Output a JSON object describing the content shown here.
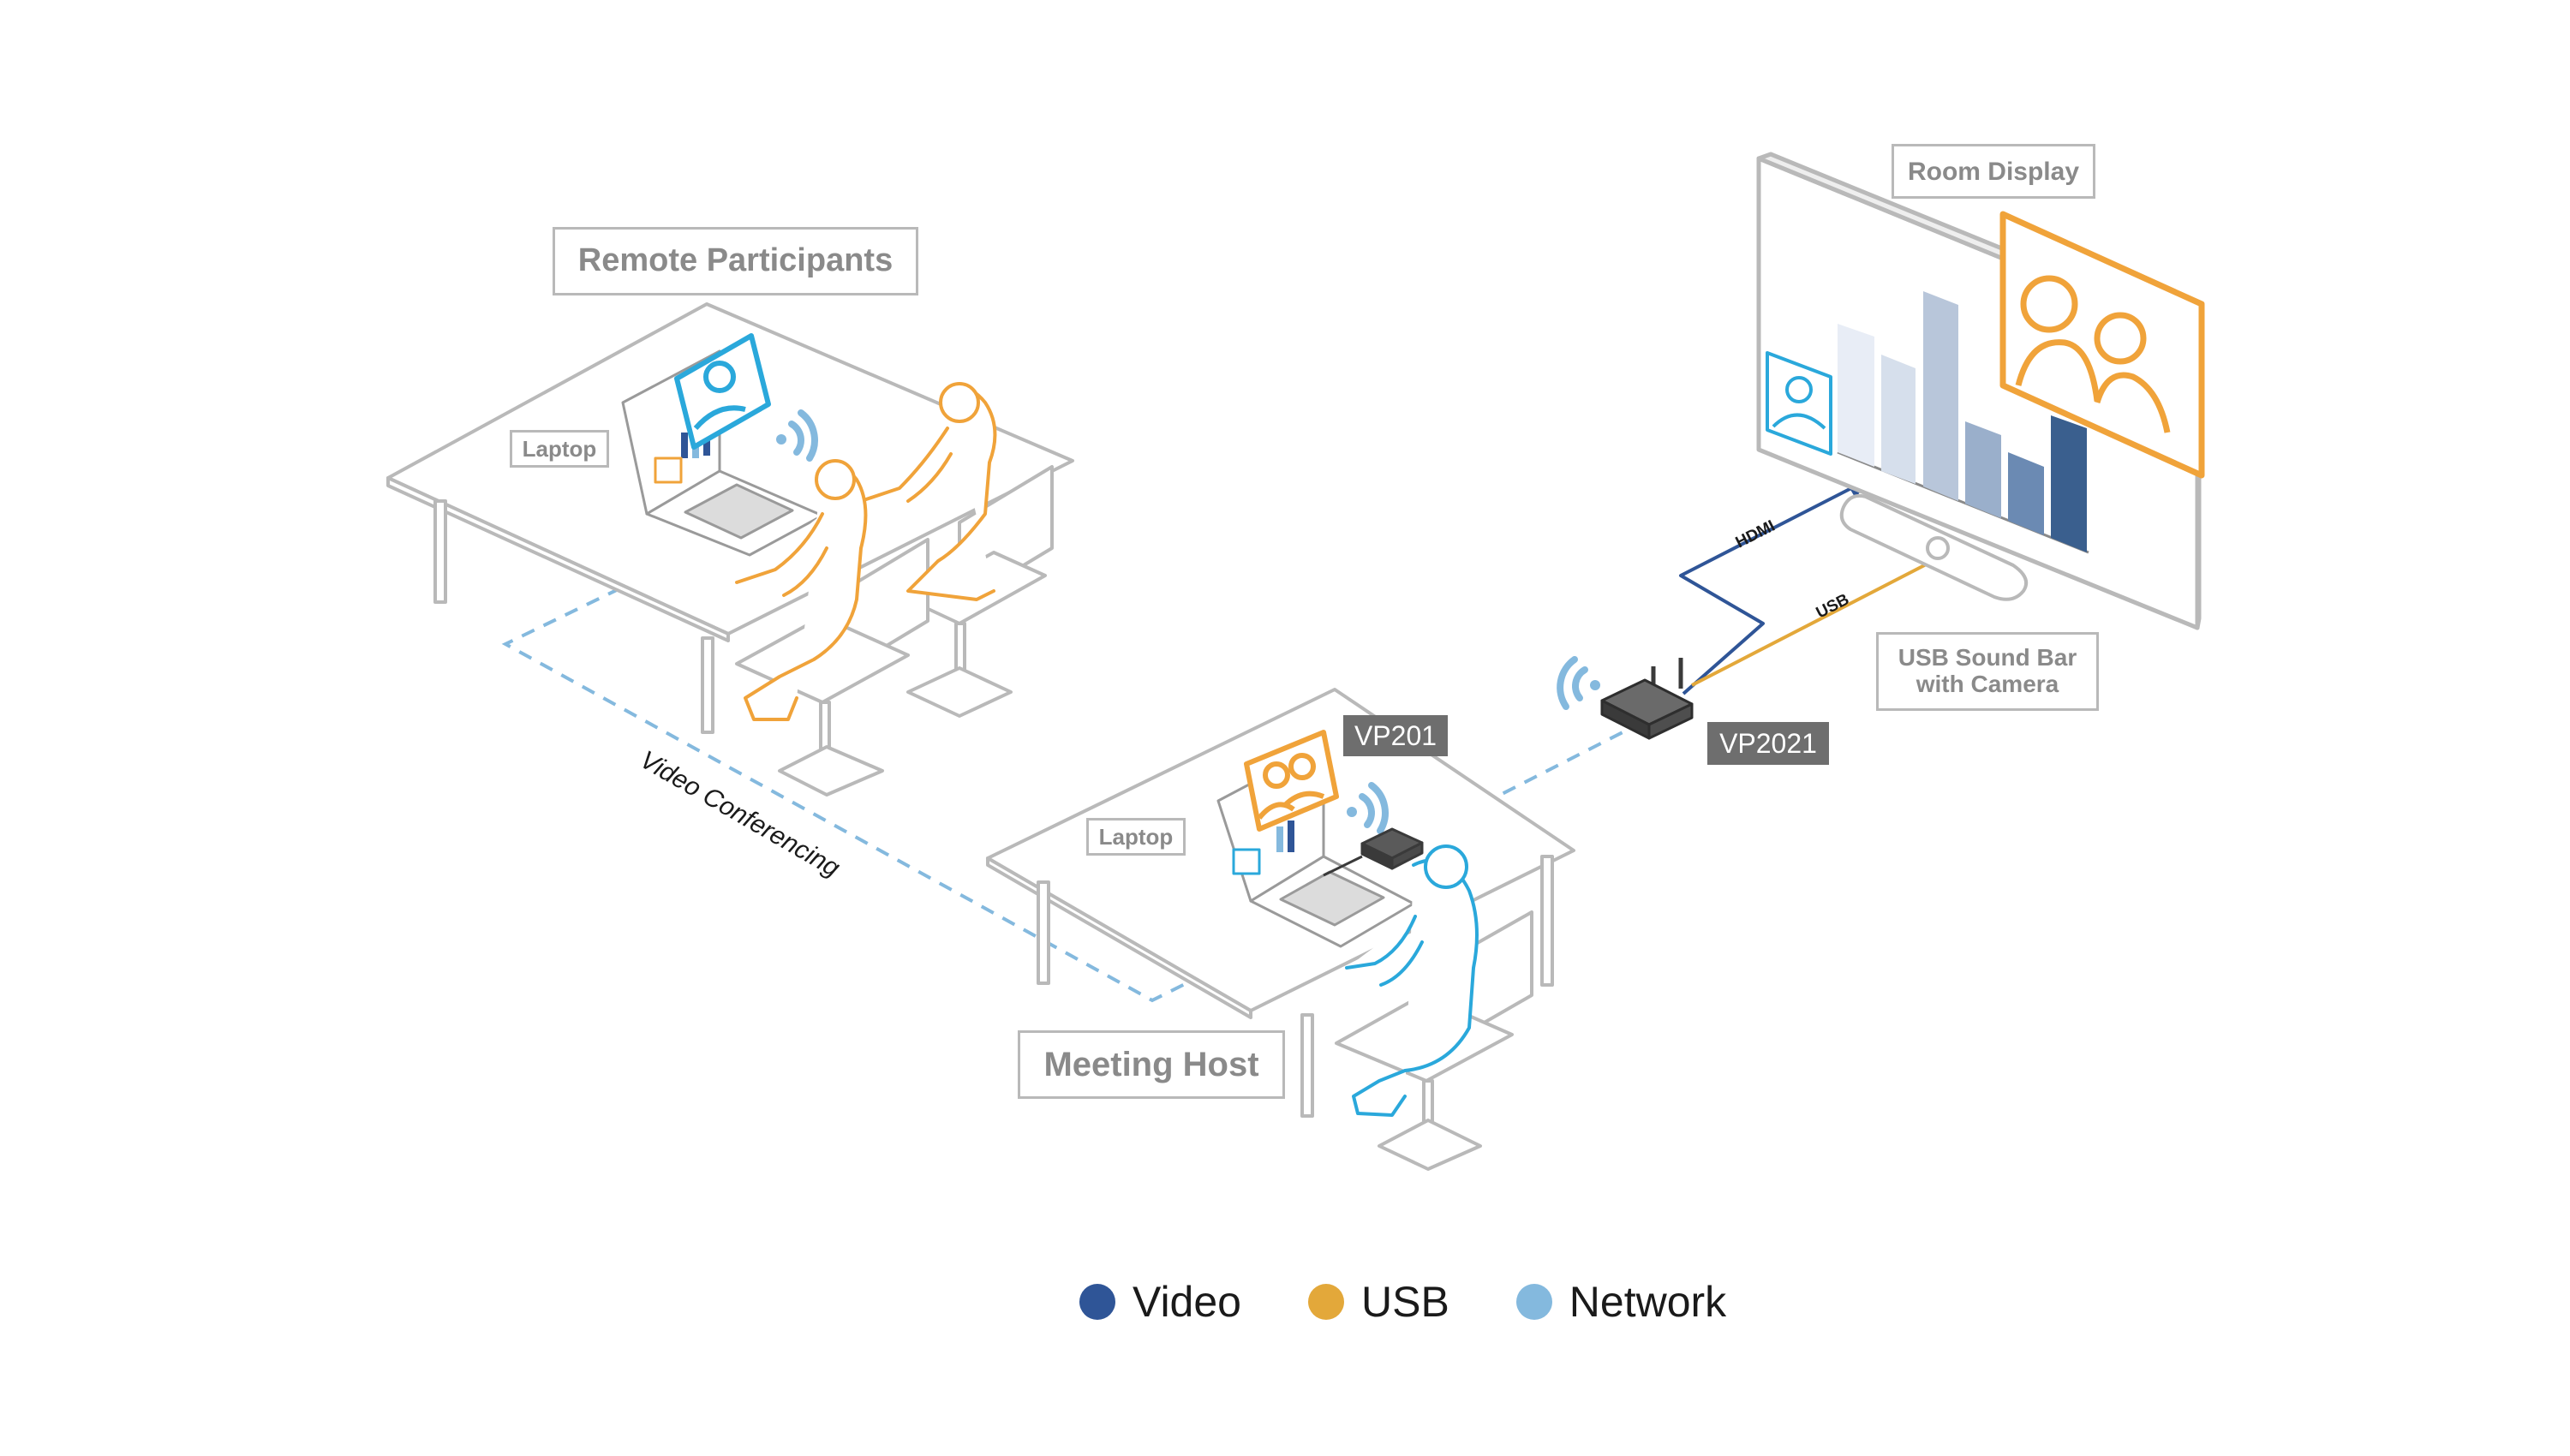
{
  "labels": {
    "remote_participants": "Remote Participants",
    "meeting_host": "Meeting Host",
    "laptop_remote": "Laptop",
    "laptop_host": "Laptop",
    "room_display": "Room Display",
    "sound_bar": "USB Sound Bar\nwith Camera",
    "vp201": "VP201",
    "vp2021": "VP2021",
    "hdmi": "HDMI",
    "usb": "USB",
    "video_conferencing": "Video Conferencing"
  },
  "legend": [
    {
      "label": "Video",
      "color": "#2f5597"
    },
    {
      "label": "USB",
      "color": "#e3a83a"
    },
    {
      "label": "Network",
      "color": "#84b9de"
    }
  ],
  "colors": {
    "video": "#2f5597",
    "usb": "#e3a83a",
    "network": "#84b9de",
    "remote_people": "#f0a33a",
    "host_person": "#2aa8db",
    "furniture": "#b9b9b9",
    "device": "#5a5a5a"
  }
}
